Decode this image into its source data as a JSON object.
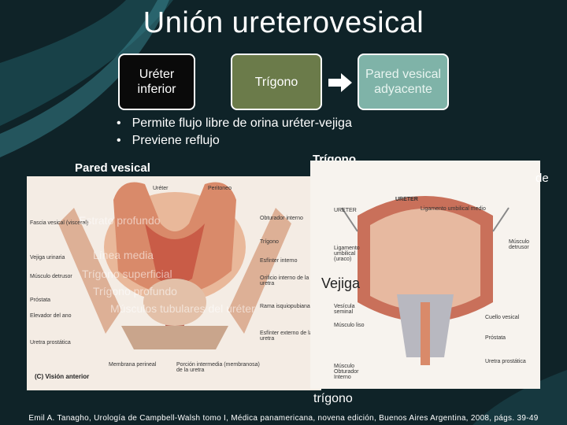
{
  "title": "Unión ureterovesical",
  "boxes": {
    "ureter": "Uréter inferior",
    "trigono": "Trígono",
    "pared": "Pared vesical adyacente"
  },
  "bullets": [
    "Permite flujo libre de orina uréter-vejiga",
    "Previene reflujo"
  ],
  "labels": {
    "pared_vesical": "Pared vesical",
    "trigono_heading": "Trígono",
    "de": "de",
    "trigono_bottom": "trígono"
  },
  "figure_left": {
    "labels_left": [
      "Fascia vesical (visceral)",
      "Vejiga urinaria",
      "Músculo detrusor",
      "Próstata",
      "Elevador del ano",
      "Uretra prostática"
    ],
    "labels_right": [
      "Obturador interno",
      "Trígono",
      "Esfínter interno",
      "Orificio interno de la uretra",
      "Rama isquiopubiana",
      "Esfínter externo de la uretra"
    ],
    "labels_bottom": [
      "Membrana perineal",
      "Porción intermedia (membranosa) de la uretra"
    ],
    "labels_top": [
      "Uréter",
      "Peritoneo"
    ],
    "caption": "(C) Visión anterior"
  },
  "figure_right": {
    "vejiga_label": "Vejiga",
    "labels_left": [
      "URETER",
      "Ligamento umbilical (uraco)",
      "Vesícula seminal",
      "Músculo liso",
      "Músculo Obturador Interno"
    ],
    "labels_right": [
      "Ligamento umbilical medio",
      "Músculo detrusor",
      "Cuello vesical",
      "Próstata",
      "Uretra prostática"
    ],
    "labels_top": [
      "URETER"
    ]
  },
  "overlay": [
    "Estrato profundo",
    "Línea media",
    "Trígono superficial",
    "Trígono profundo",
    "Músculos tubulares del uréter"
  ],
  "footer": "Emil A. Tanagho, Urología de Campbell-Walsh tomo I, Médica panamericana, novena edición, Buenos Aires Argentina, 2008, págs. 39-49",
  "colors": {
    "background": "#0d1f24",
    "box_ureter": "#0a0a0a",
    "box_trigono": "#6b7b4a",
    "box_pared": "#7fb3a8",
    "arrow": "#ffffff"
  }
}
